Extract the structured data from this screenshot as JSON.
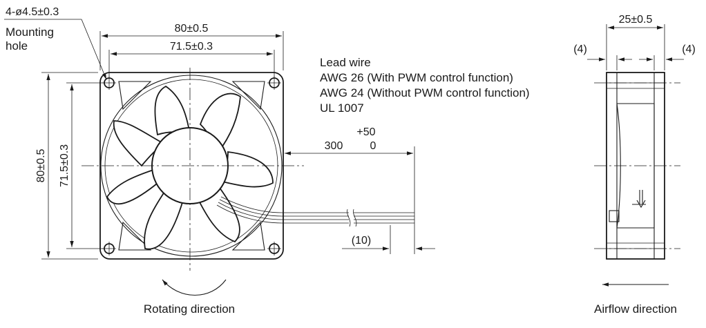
{
  "front_view": {
    "mounting_hole_spec": "4-ø4.5±0.3",
    "mounting_hole_label_line1": "Mounting",
    "mounting_hole_label_line2": "hole",
    "width_overall": "80±0.5",
    "width_hole_pitch": "71.5±0.3",
    "height_overall": "80±0.5",
    "height_hole_pitch": "71.5±0.3",
    "rotation_label": "Rotating direction"
  },
  "lead_wire": {
    "title": "Lead wire",
    "awg_pwm": "AWG 26 (With PWM control function)",
    "awg_no_pwm": "AWG 24 (Without PWM control function)",
    "standard": "UL 1007",
    "length": "300",
    "tol_plus": "+50",
    "tol_minus": "0",
    "strip_length": "(10)"
  },
  "side_view": {
    "depth": "25±0.5",
    "flange_left": "(4)",
    "flange_right": "(4)",
    "airflow_label": "Airflow direction"
  }
}
